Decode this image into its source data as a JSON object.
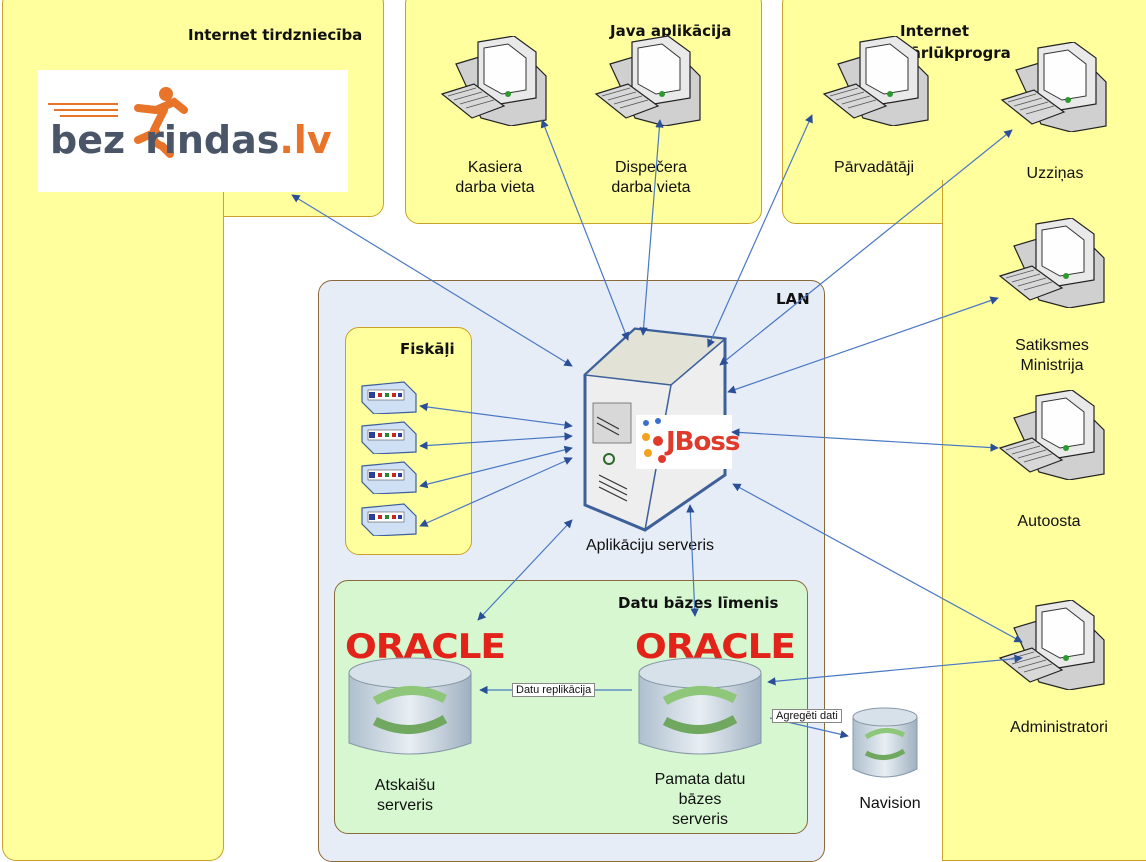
{
  "zones": {
    "internet_trade": "Internet tirdzniecība",
    "java_app": "Java aplikācija",
    "browser": "Internet\npārlūkprogra",
    "lan": "LAN",
    "fiscal": "Fiskāļi",
    "db_level": "Datu bāzes līmenis"
  },
  "logo": {
    "text_left": "bez",
    "text_right": "rindas",
    "tld": ".lv",
    "brand_color": "#e8742a",
    "text_color": "#4a5668"
  },
  "workstations": {
    "cashier": "Kasiera\ndarba vieta",
    "dispatcher": "Dispečera\ndarba vieta",
    "carriers": "Pārvadātāji",
    "inquiries": "Uzziņas",
    "ministry": "Satiksmes\nMinistrija",
    "bus_station": "Autoosta",
    "admins": "Administratori"
  },
  "server": {
    "label": "Aplikāciju serveris",
    "badge": "JBoss"
  },
  "databases": {
    "oracle_brand": "ORACLE",
    "report_server": "Atskaišu\nserveris",
    "main_server": "Pamata datu\nbāzes\nserveris",
    "navision": "Navision"
  },
  "edges": {
    "replication": "Datu replikācija",
    "aggregated": "Agregēti dati"
  },
  "colors": {
    "zone_fill": "#ffff9e",
    "lan_fill": "#e7edf7",
    "db_fill": "#d6f7d0",
    "link": "#4a78c4",
    "oracle_red": "#e2231a"
  }
}
